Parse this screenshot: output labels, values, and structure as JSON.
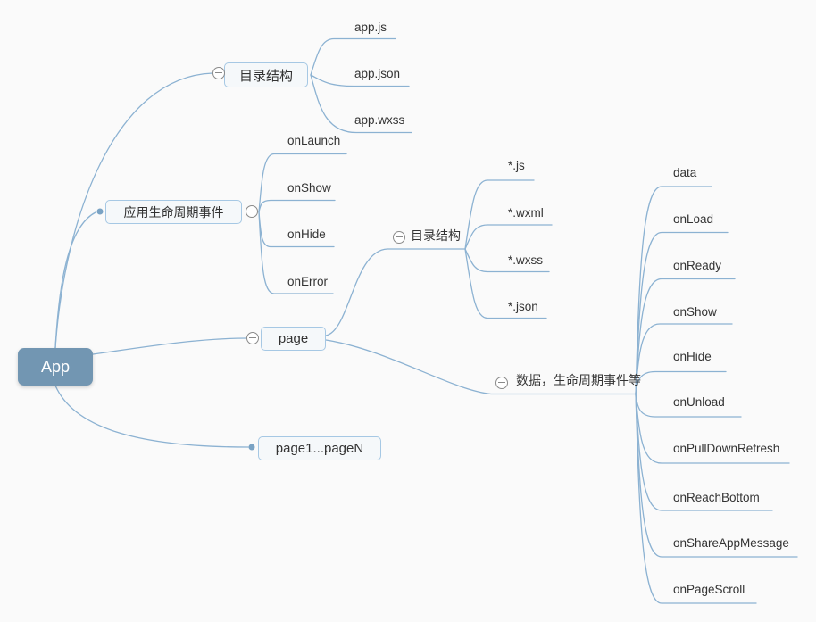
{
  "colors": {
    "background": "#fafafa",
    "edge": "#8cb2d2",
    "root_fill": "#7296b2",
    "root_text": "#ffffff",
    "box_border": "#a6c8e4",
    "box_fill": "#f5f8fa",
    "text": "#333333",
    "collapse_border": "#8a8a8a",
    "dot": "#7aa3c4"
  },
  "icons": {
    "collapse": "minus-circle-icon",
    "connector": "dot-icon"
  },
  "mindmap": {
    "root": {
      "label": "App"
    },
    "children": [
      {
        "label": "目录结构",
        "children": [
          {
            "label": "app.js"
          },
          {
            "label": "app.json"
          },
          {
            "label": "app.wxss"
          }
        ]
      },
      {
        "label": "应用生命周期事件",
        "children": [
          {
            "label": "onLaunch"
          },
          {
            "label": "onShow"
          },
          {
            "label": "onHide"
          },
          {
            "label": "onError"
          }
        ]
      },
      {
        "label": "page",
        "children": [
          {
            "label": "目录结构",
            "children": [
              {
                "label": "*.js"
              },
              {
                "label": "*.wxml"
              },
              {
                "label": "*.wxss"
              },
              {
                "label": "*.json"
              }
            ]
          },
          {
            "label": "数据，生命周期事件等",
            "children": [
              {
                "label": "data"
              },
              {
                "label": "onLoad"
              },
              {
                "label": "onReady"
              },
              {
                "label": "onShow"
              },
              {
                "label": "onHide"
              },
              {
                "label": "onUnload"
              },
              {
                "label": "onPullDownRefresh"
              },
              {
                "label": "onReachBottom"
              },
              {
                "label": "onShareAppMessage"
              },
              {
                "label": "onPageScroll"
              }
            ]
          }
        ]
      },
      {
        "label": "page1...pageN"
      }
    ]
  }
}
